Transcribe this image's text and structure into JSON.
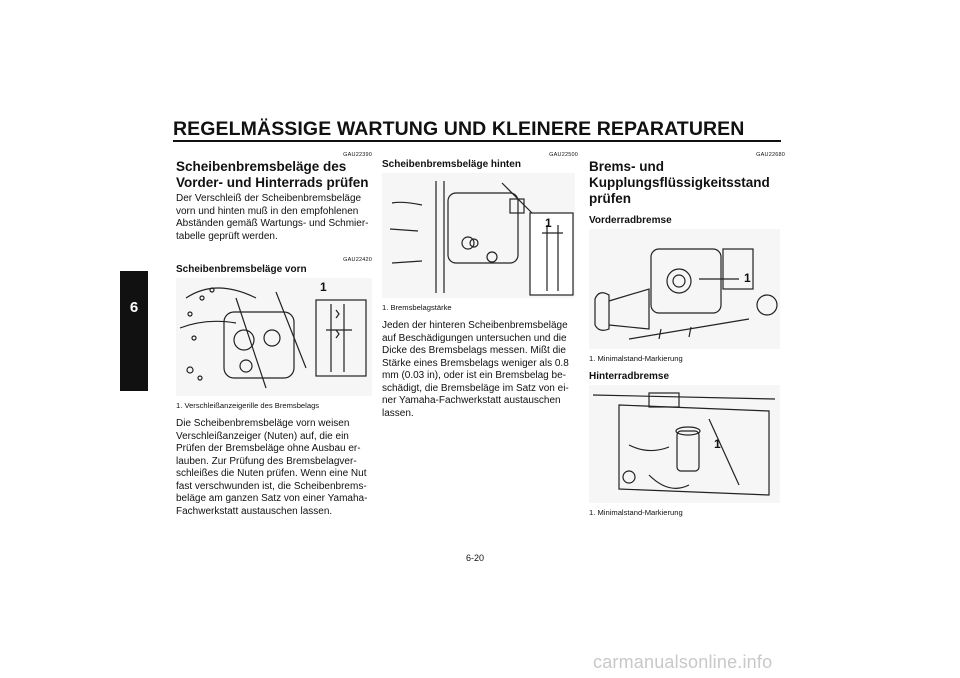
{
  "header": {
    "title": "REGELMÄSSIGE WARTUNG UND KLEINERE REPARATUREN"
  },
  "chapter": {
    "number": "6"
  },
  "col1": {
    "code1": "GAU22390",
    "heading": "Scheibenbremsbeläge des Vorder- und Hinterrads prüfen",
    "intro": "Der Verschleiß der Scheibenbremsbeläge vorn und hinten muß in den empfohlenen Abständen gemäß Wartungs- und Schmier-tabelle geprüft werden.",
    "code2": "GAU22420",
    "subheading": "Scheibenbremsbeläge vorn",
    "callout": "1",
    "caption": "1. Verschleißanzeigerille des Bremsbelags",
    "body": "Die Scheibenbremsbeläge vorn weisen Verschleißanzeiger (Nuten) auf, die ein Prüfen der Bremsbeläge ohne Ausbau er-lauben. Zur Prüfung des Bremsbelagver-schleißes die Nuten prüfen. Wenn eine Nut fast verschwunden ist, die Scheibenbrems-beläge am ganzen Satz von einer Yamaha-Fachwerkstatt austauschen lassen."
  },
  "col2": {
    "code": "GAU22500",
    "subheading": "Scheibenbremsbeläge hinten",
    "callout": "1",
    "caption": "1. Bremsbelagstärke",
    "body": "Jeden der hinteren Scheibenbremsbeläge auf Beschädigungen untersuchen und die Dicke des Bremsbelags messen. Mißt die Stärke eines Bremsbelags weniger als 0.8 mm (0.03 in), oder ist ein Bremsbelag be-schädigt, die Bremsbeläge im Satz von ei-ner Yamaha-Fachwerkstatt austauschen lassen."
  },
  "col3": {
    "code": "GAU22680",
    "heading": "Brems- und Kupplungsflüssigkeitsstand prüfen",
    "front_heading": "Vorderradbremse",
    "front_callout": "1",
    "front_caption": "1. Minimalstand-Markierung",
    "rear_heading": "Hinterradbremse",
    "rear_callout": "1",
    "rear_caption": "1. Minimalstand-Markierung"
  },
  "footer": {
    "page_number": "6-20",
    "watermark": "carmanualsonline.info"
  }
}
